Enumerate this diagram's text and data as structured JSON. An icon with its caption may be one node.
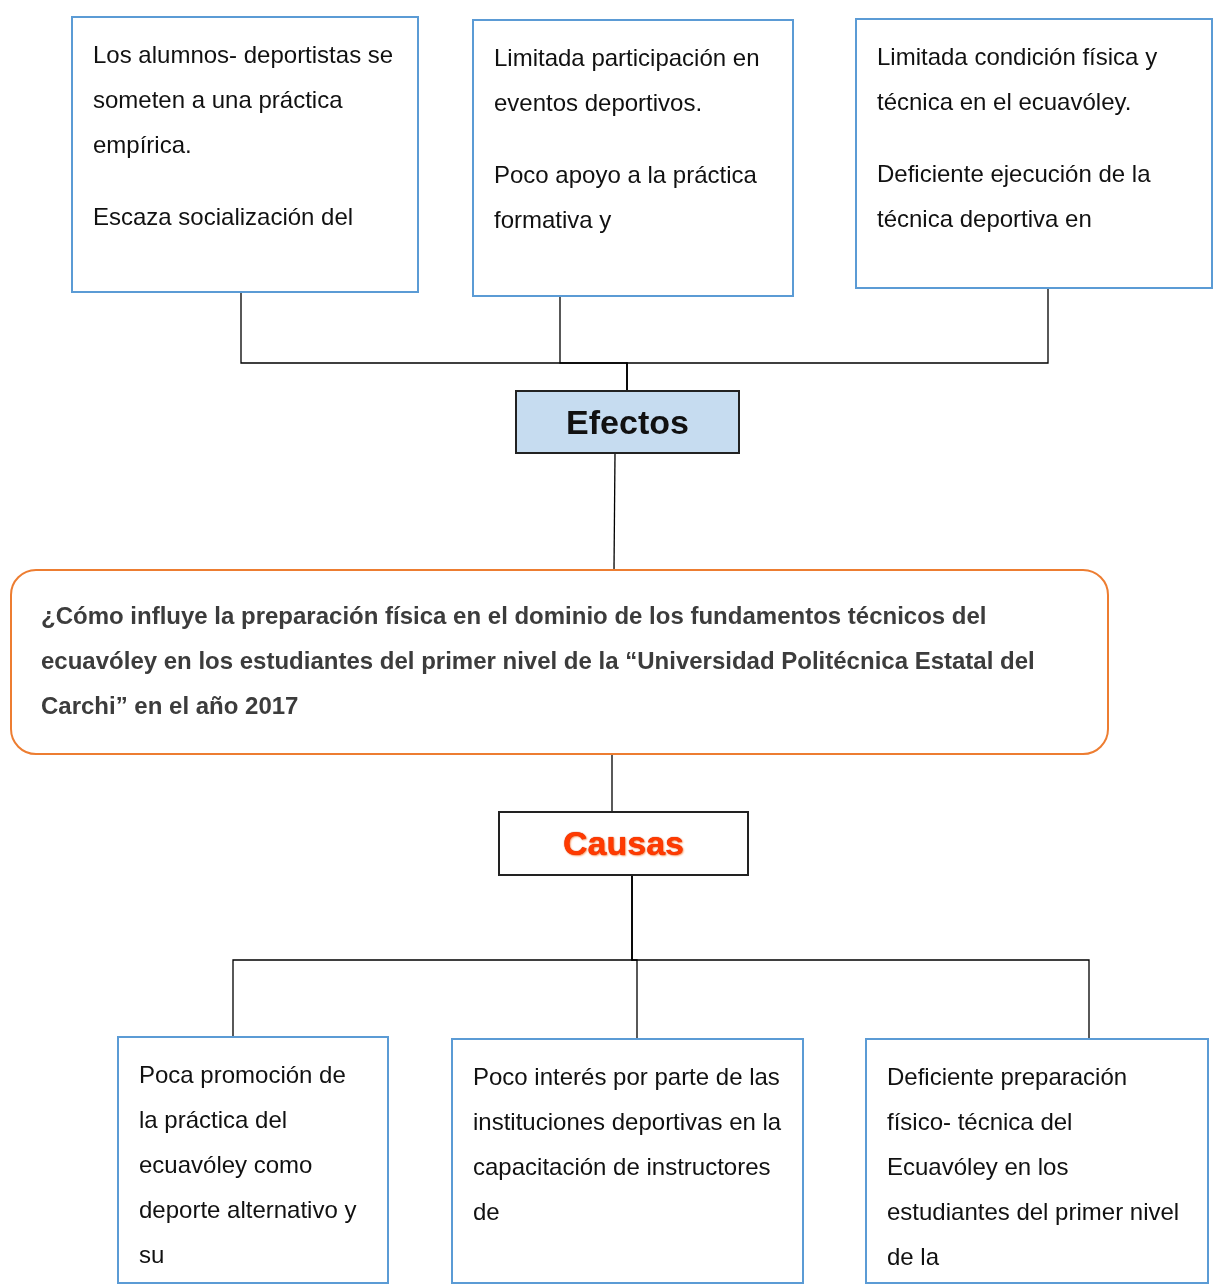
{
  "diagram": {
    "nodes": [
      {
        "text": [
          "Los alumnos- deportistas se someten a una práctica empírica.",
          "Escaza socialización del"
        ]
      },
      {
        "text": [
          "Limitada participación en eventos deportivos.",
          "Poco apoyo a la práctica formativa y"
        ]
      },
      {
        "text": [
          "Limitada condición física y técnica en el ecuavóley.",
          "Deficiente ejecución de la técnica deportiva en"
        ]
      },
      {
        "text": [
          "Efectos"
        ]
      },
      {
        "text": [
          "¿Cómo influye la preparación física en el dominio de los fundamentos técnicos del ecuavóley en los estudiantes del primer nivel de la “Universidad Politécnica Estatal del Carchi” en el año 2017"
        ]
      },
      {
        "text": [
          "Causas"
        ]
      },
      {
        "text": [
          "Poca promoción de la práctica del ecuavóley como deporte alternativo y su"
        ]
      },
      {
        "text": [
          "Poco interés por parte de las instituciones deportivas en la capacitación de instructores de"
        ]
      },
      {
        "text": [
          "Deficiente preparación físico- técnica del Ecuavóley en los estudiantes del primer nivel de la"
        ]
      }
    ],
    "edges": [
      {
        "from": 0,
        "to": 3,
        "arrow": "none"
      },
      {
        "from": 1,
        "to": 3,
        "arrow": "none"
      },
      {
        "from": 2,
        "to": 3,
        "arrow": "none"
      },
      {
        "from": 3,
        "to": 4,
        "arrow": "none"
      },
      {
        "from": 4,
        "to": 5,
        "arrow": "none"
      },
      {
        "from": 5,
        "to": 6,
        "arrow": "none"
      },
      {
        "from": 5,
        "to": 7,
        "arrow": "none"
      },
      {
        "from": 5,
        "to": 8,
        "arrow": "none"
      }
    ]
  }
}
